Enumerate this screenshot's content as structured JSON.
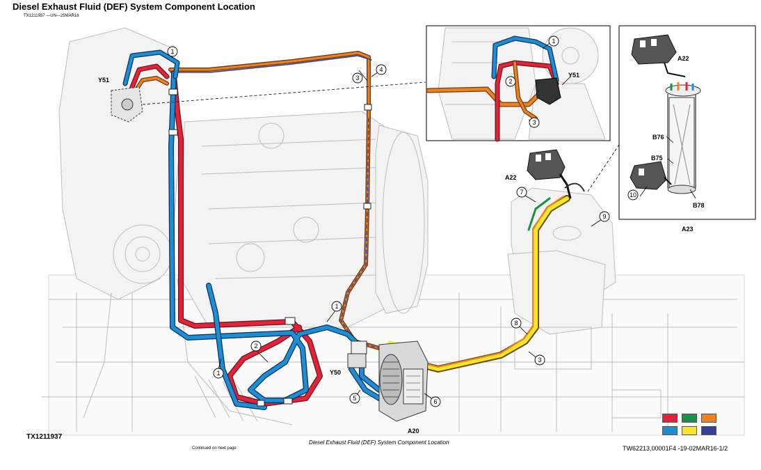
{
  "header": {
    "title": "Diesel Exhaust Fluid (DEF) System Component Location",
    "subcode": "TX1211937 —UN—25MAR16"
  },
  "figure_id": "TX1211937",
  "caption": "Diesel Exhaust Fluid (DEF) System Component Location",
  "continued": "Continued on next page",
  "doc_ref": "TW62213,00001F4 -19-02MAR16-1/2",
  "labels": {
    "y51_main": "Y51",
    "y51_inset": "Y51",
    "y50": "Y50",
    "a20": "A20",
    "a22_main": "A22",
    "a22_inset": "A22",
    "a23": "A23",
    "b75": "B75",
    "b76": "B76",
    "b78": "B78"
  },
  "callouts": {
    "c1a": "1",
    "c1b": "1",
    "c1c": "1",
    "c1d": "1",
    "c2a": "2",
    "c2b": "2",
    "c3a": "3",
    "c3b": "3",
    "c3c": "3",
    "c4": "4",
    "c5": "5",
    "c6": "6",
    "c7": "7",
    "c8": "8",
    "c9": "9",
    "c10": "10"
  },
  "legend_colors": [
    "#e8213a",
    "#17914a",
    "#f0821e",
    "#1c8fd4",
    "#f7e627",
    "#34409b"
  ],
  "colors": {
    "red": "#e8213a",
    "blue": "#1c8fd4",
    "orange": "#f0821e",
    "navy": "#34409b",
    "yellow": "#f7e627",
    "green": "#17914a"
  }
}
